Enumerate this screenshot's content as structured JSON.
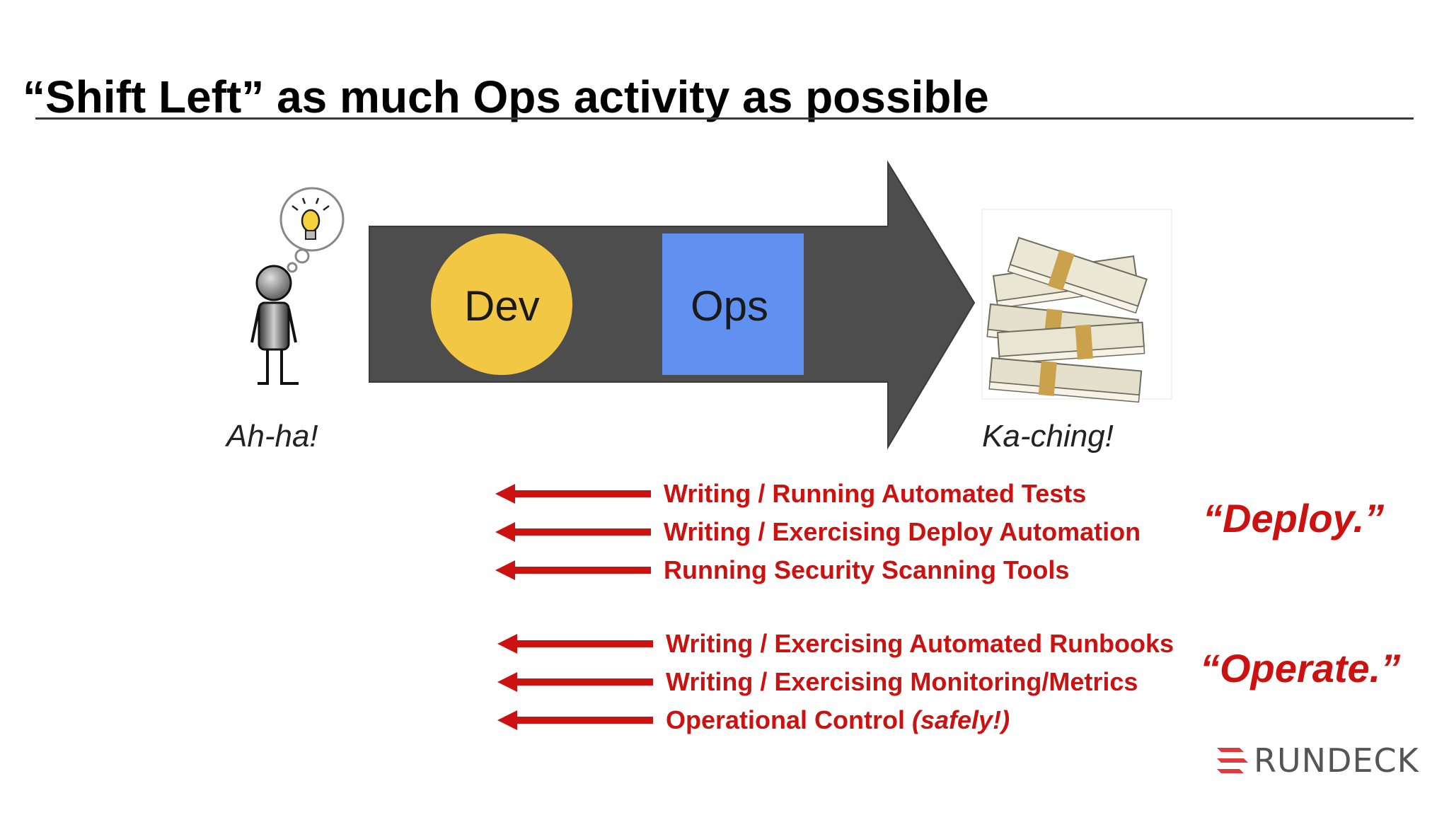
{
  "slide": {
    "title": "“Shift Left” as much Ops activity as possible"
  },
  "flow": {
    "start_caption": "Ah-ha!",
    "end_caption": "Ka-ching!",
    "dev_label": "Dev",
    "ops_label": "Ops",
    "arrow_color": "#4d4d4d",
    "dev_color": "#f2c744",
    "ops_color": "#6191f0"
  },
  "activities": {
    "deploy": [
      "Writing / Running Automated Tests",
      "Writing / Exercising Deploy Automation",
      "Running Security Scanning Tools"
    ],
    "operate": [
      "Writing / Exercising Automated Runbooks",
      "Writing / Exercising Monitoring/Metrics"
    ],
    "operate_last": {
      "text": "Operational Control ",
      "emphasis": "(safely!)"
    }
  },
  "phases": {
    "deploy": "“Deploy.”",
    "operate": "“Operate.”"
  },
  "brand": {
    "name": "RUNDECK",
    "color": "#e0393e"
  },
  "accent_red": "#cc1111"
}
